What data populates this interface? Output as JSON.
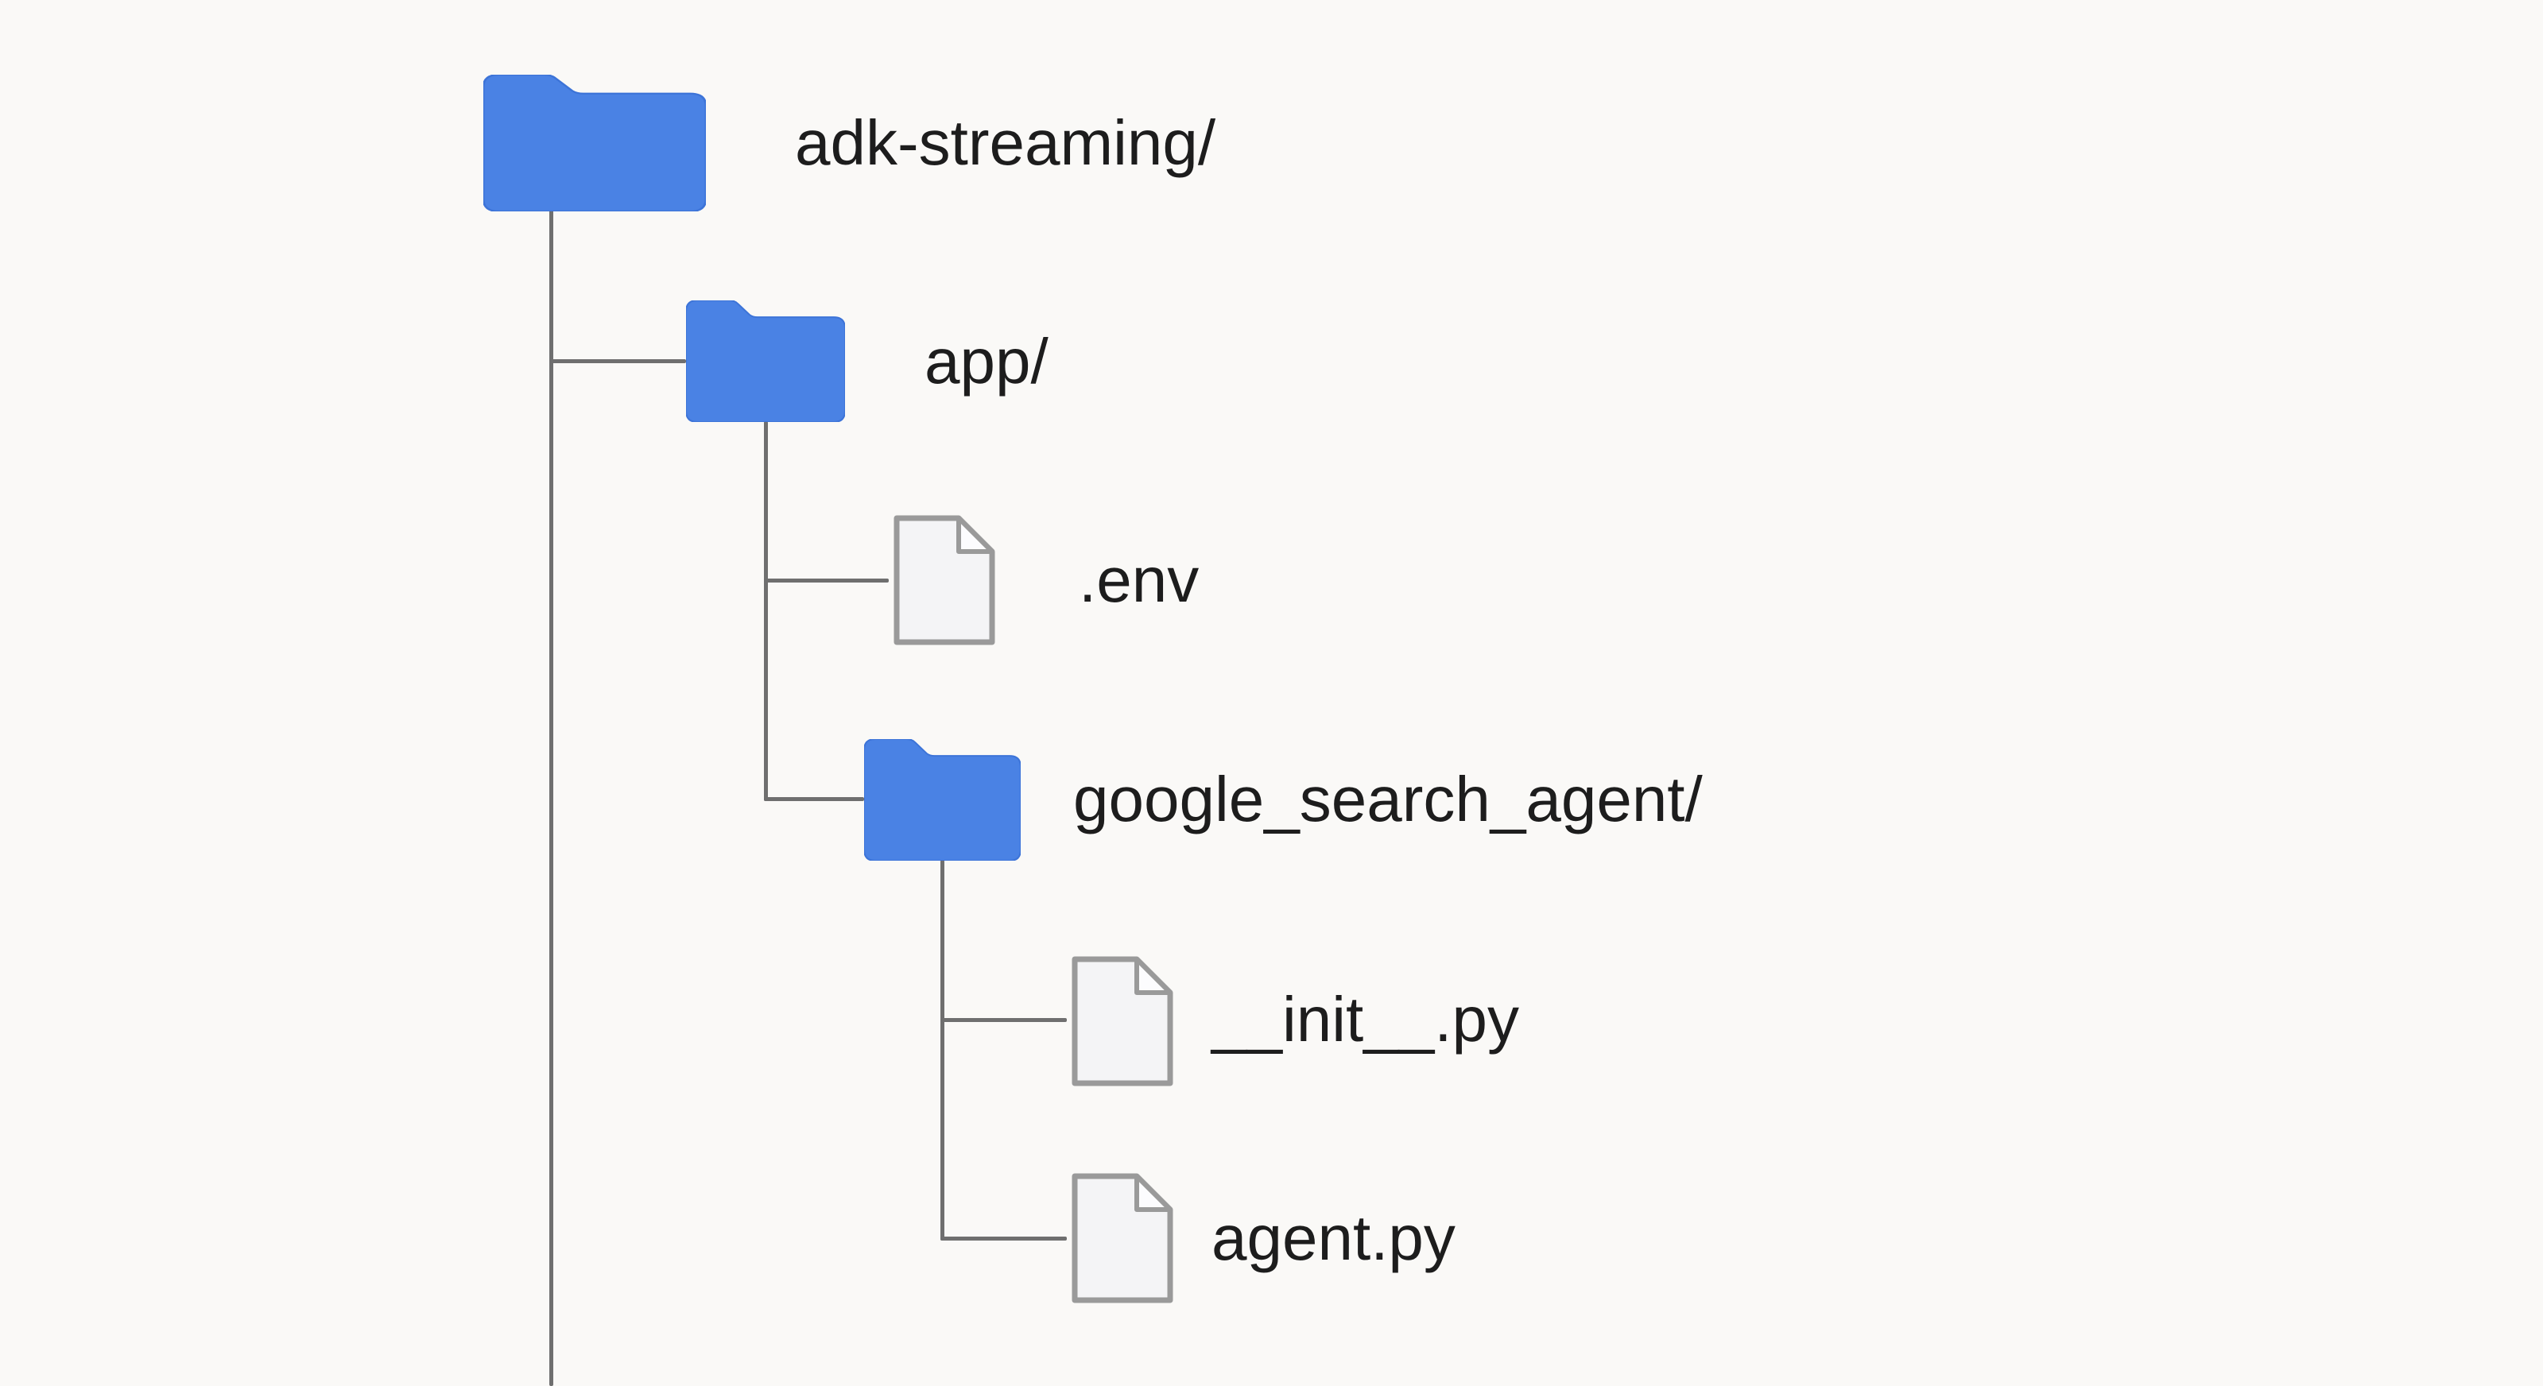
{
  "diagram": {
    "type": "file-tree",
    "root": "adk-streaming/",
    "nodes": [
      {
        "id": "adk-streaming",
        "label": "adk-streaming/",
        "kind": "folder",
        "icon": "folder-icon",
        "depth": 0,
        "parent": null
      },
      {
        "id": "app",
        "label": "app/",
        "kind": "folder",
        "icon": "folder-icon",
        "depth": 1,
        "parent": "adk-streaming"
      },
      {
        "id": "env",
        "label": ".env",
        "kind": "file",
        "icon": "file-icon",
        "depth": 2,
        "parent": "app"
      },
      {
        "id": "google_search_agent",
        "label": "google_search_agent/",
        "kind": "folder",
        "icon": "folder-icon",
        "depth": 2,
        "parent": "app"
      },
      {
        "id": "init_py",
        "label": "__init__.py",
        "kind": "file",
        "icon": "file-icon",
        "depth": 3,
        "parent": "google_search_agent"
      },
      {
        "id": "agent_py",
        "label": "agent.py",
        "kind": "file",
        "icon": "file-icon",
        "depth": 3,
        "parent": "google_search_agent"
      }
    ]
  },
  "palette": {
    "background": "#faf9f7",
    "folder_blue": "#4a82e4",
    "folder_blue_edge": "#3d74d8",
    "line_gray": "#6f6f6f",
    "file_fill": "#f4f4f6",
    "file_fold_fill": "#fcfcfe",
    "file_border": "#9a9a9a",
    "text": "#1d1d1d"
  }
}
